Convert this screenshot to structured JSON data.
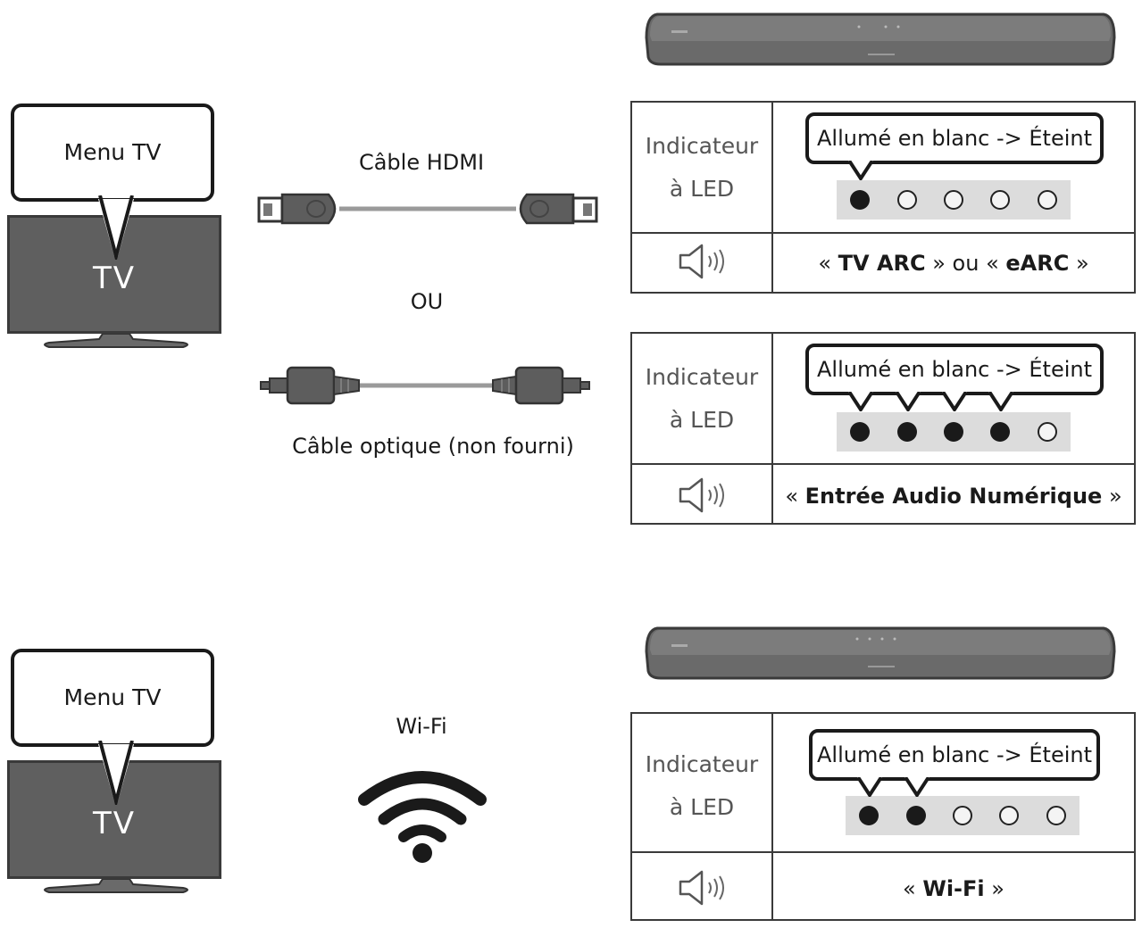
{
  "tv": {
    "menu_label": "Menu TV",
    "screen_label": "TV"
  },
  "cables": {
    "hdmi_label": "Câble HDMI",
    "or_label": "OU",
    "optical_label": "Câble optique (non fourni)"
  },
  "wifi": {
    "label": "Wi-Fi"
  },
  "tables": [
    {
      "indicator_line1": "Indicateur",
      "indicator_line2": "à LED",
      "status": "Allumé en blanc -> Éteint",
      "leds": [
        "on",
        "off",
        "off",
        "off",
        "off"
      ],
      "mode_open": "« ",
      "mode_bold1": "TV ARC",
      "mode_mid": " » ou « ",
      "mode_bold2": "eARC",
      "mode_close": " »"
    },
    {
      "indicator_line1": "Indicateur",
      "indicator_line2": "à LED",
      "status": "Allumé en blanc -> Éteint",
      "leds": [
        "on",
        "on",
        "on",
        "on",
        "off"
      ],
      "mode_open": "« ",
      "mode_bold1": "Entrée Audio Numérique",
      "mode_close": " »"
    },
    {
      "indicator_line1": "Indicateur",
      "indicator_line2": "à LED",
      "status": "Allumé en blanc -> Éteint",
      "leds": [
        "on",
        "on",
        "off",
        "off",
        "off"
      ],
      "mode_open": "« ",
      "mode_bold1": "Wi-Fi",
      "mode_close": " »"
    }
  ],
  "icons": [
    "tv-icon",
    "hdmi-cable-icon",
    "optical-cable-icon",
    "soundbar-icon",
    "speaker-icon",
    "wifi-icon"
  ]
}
